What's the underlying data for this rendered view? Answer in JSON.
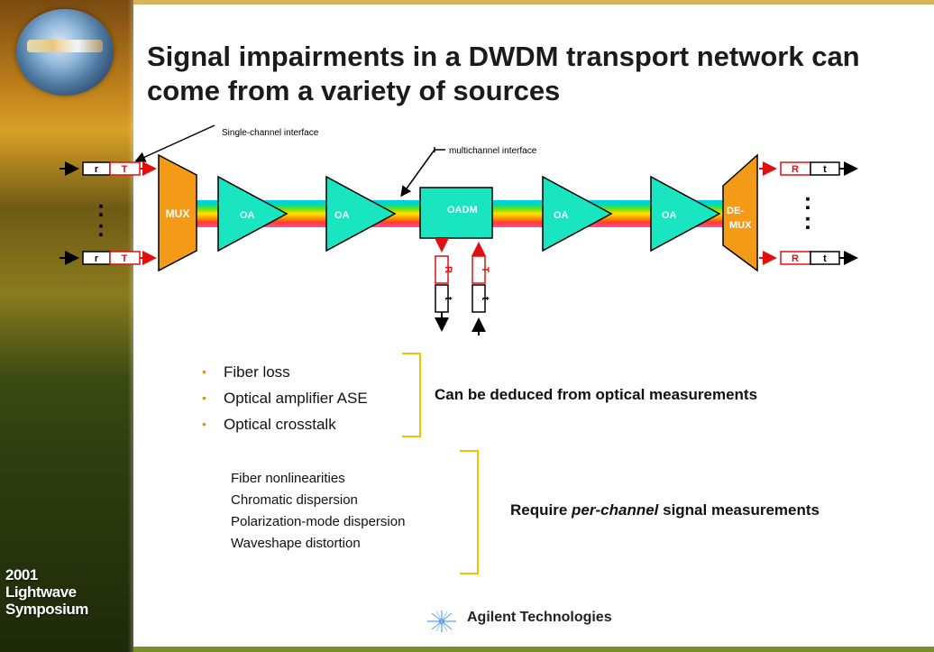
{
  "slide": {
    "title": "Signal impairments in a DWDM transport network can come from a variety of sources",
    "logo_lines": [
      "2001",
      "Lightwave",
      "Symposium"
    ]
  },
  "diagram": {
    "single_channel_label": "Single-channel interface",
    "multichannel_label": "multichannel interface",
    "mux_label": "MUX",
    "demux_label_line1": "DE-",
    "demux_label_line2": "MUX",
    "amplifier_label": "OA",
    "oadm_label": "OADM",
    "tx_receiver": "r",
    "tx_transmitter": "T",
    "rx_receiver": "R",
    "rx_transmitter": "t",
    "drop_receiver": "R",
    "drop_transmitter": "t",
    "add_transmitter": "T",
    "add_receiver": "t",
    "ellipsis": ":"
  },
  "impairments_optical": {
    "items": [
      "Fiber loss",
      "Optical amplifier ASE",
      "Optical crosstalk"
    ],
    "bullet": "•",
    "label": "Can be deduced from optical measurements"
  },
  "impairments_signal": {
    "items": [
      "Fiber nonlinearities",
      "Chromatic dispersion",
      "Polarization-mode dispersion",
      "Waveshape distortion"
    ],
    "label_before": "Require ",
    "label_italic": "per-channel",
    "label_after": " signal measurements"
  },
  "footer": {
    "company": "Agilent Technologies"
  },
  "colors": {
    "mux": "#f39a16",
    "amplifier": "#19e6c0",
    "accent_red": "#e01010",
    "bracket": "#f2c400"
  }
}
